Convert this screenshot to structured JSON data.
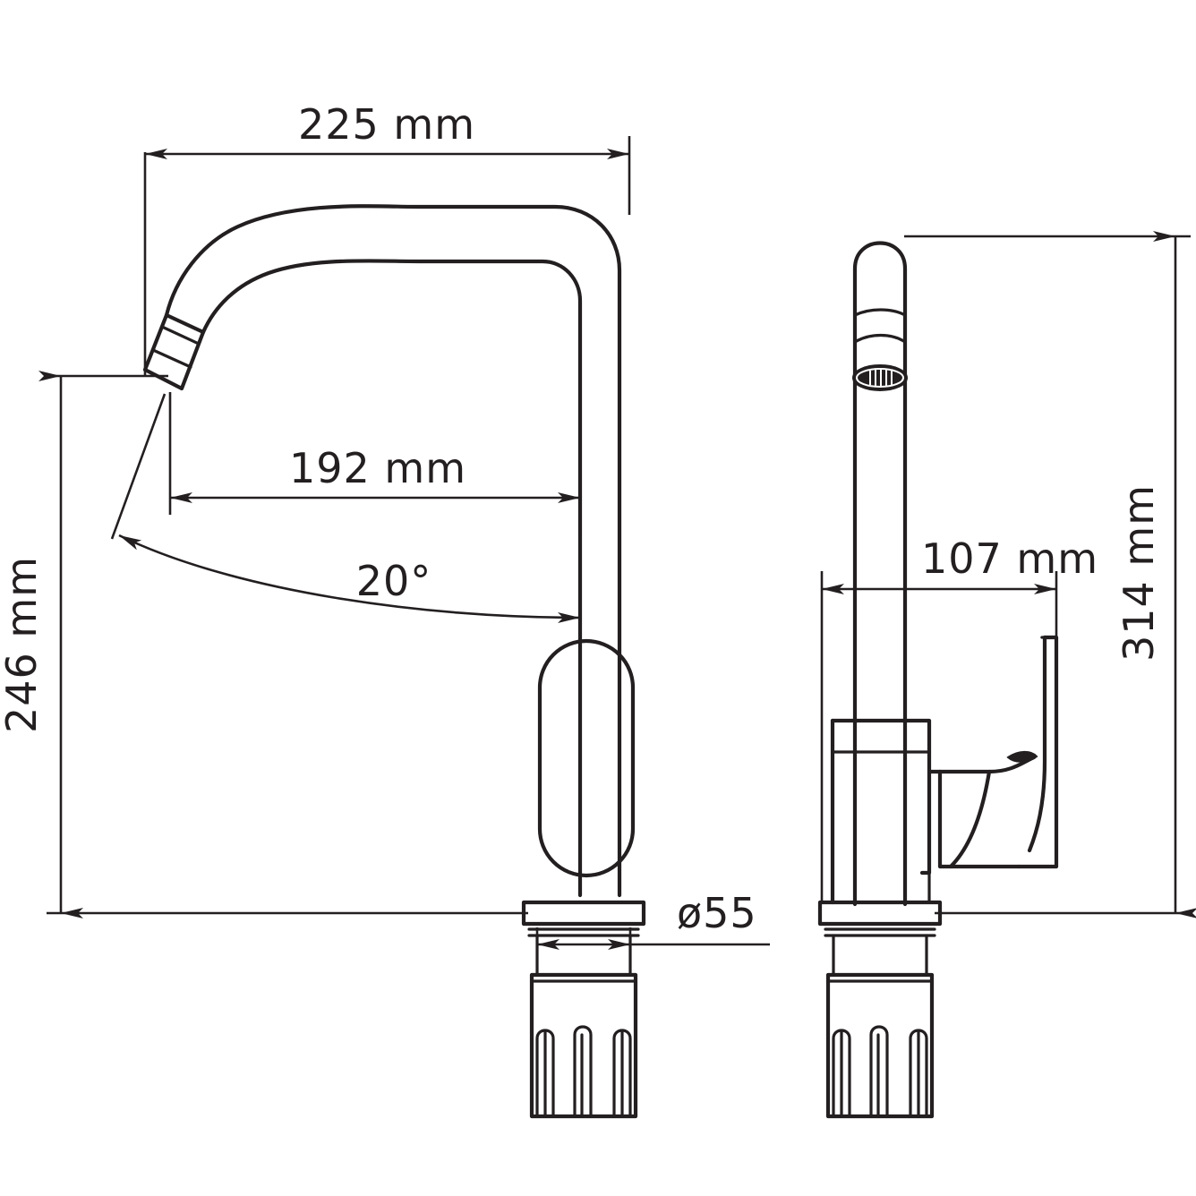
{
  "drawing": {
    "title": "Kitchen faucet dimensional drawing",
    "background_color": "#ffffff",
    "line_color": "#231f20",
    "views": [
      {
        "name": "front-view",
        "label": ""
      },
      {
        "name": "side-view",
        "label": ""
      }
    ]
  },
  "dimensions": {
    "spout_reach_total": "225 mm",
    "spout_reach_inner": "192 mm",
    "spout_angle": "20°",
    "height_to_spout": "246 mm",
    "overall_height": "314 mm",
    "handle_depth": "107 mm",
    "base_diameter": "ø55"
  }
}
